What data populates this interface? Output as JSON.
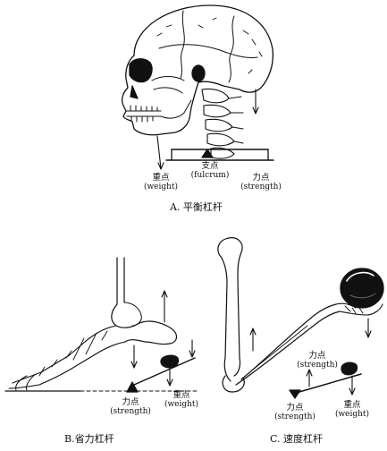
{
  "panel_a": {
    "caption": "A. 平衡杠杆",
    "weight_label": "重点",
    "weight_label_en": "(weight)",
    "fulcrum_label": "支点",
    "fulcrum_label_en": "(fulcrum)",
    "strength_label": "力点",
    "strength_label_en": "(strength)"
  },
  "panel_b": {
    "caption": "B.省力杠杆",
    "strength_label": "力点",
    "strength_label_en": "(strength)",
    "weight_label": "重点",
    "weight_label_en": "(weight)"
  },
  "panel_c": {
    "caption": "C. 速度杠杆",
    "strength_top_label": "力点",
    "strength_top_label_en": "(strength)",
    "strength_bottom_label": "力点",
    "strength_bottom_label_en": "(strength)",
    "weight_label": "重点",
    "weight_label_en": "(weight)"
  }
}
